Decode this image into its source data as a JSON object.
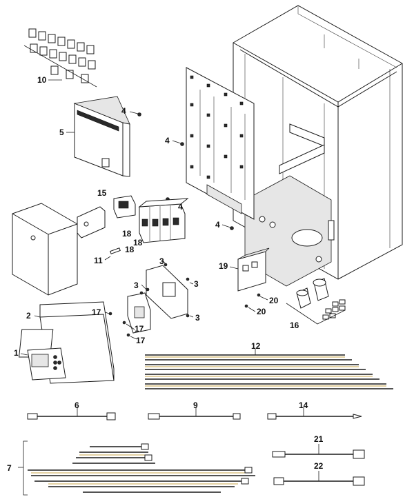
{
  "diagram": {
    "labels": {
      "p1": "1",
      "p2": "2",
      "p3a": "3",
      "p3b": "3",
      "p3c": "3",
      "p3d": "3",
      "p4a": "4",
      "p4b": "4",
      "p4c": "4",
      "p4d": "4",
      "p5": "5",
      "p6": "6",
      "p7": "7",
      "p9": "9",
      "p10": "10",
      "p11": "11",
      "p12": "12",
      "p14": "14",
      "p15": "15",
      "p16": "16",
      "p17a": "17",
      "p17b": "17",
      "p17c": "17",
      "p18a": "18",
      "p18b": "18",
      "p18c": "18",
      "p19": "19",
      "p20a": "20",
      "p20b": "20",
      "p21": "21",
      "p22": "22"
    },
    "colors": {
      "line": "#1a1a1a",
      "wire_accent": "#b8860b",
      "shade": "#e6e6e6"
    }
  }
}
